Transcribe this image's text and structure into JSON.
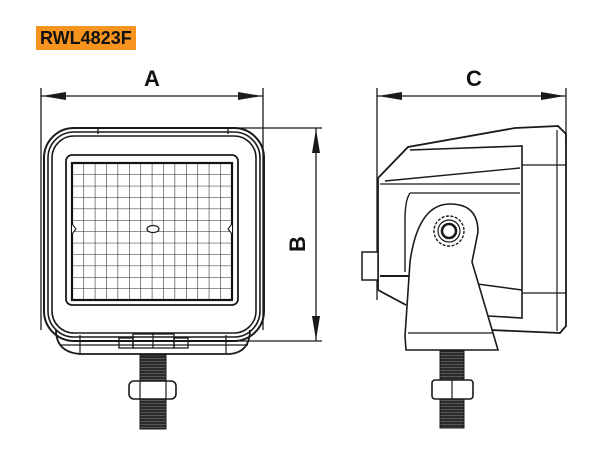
{
  "header": {
    "model_code": "RWL4823F",
    "tag_color": "#f7941d"
  },
  "dimensions": {
    "a_label": "A",
    "b_label": "B",
    "c_label": "C"
  },
  "views": [
    {
      "name": "front-view",
      "description": "Square work light front, gridded lens, mounting stud with nut"
    },
    {
      "name": "side-view",
      "description": "Side profile with bracket, adjustment knob, mounting stud with nut"
    }
  ],
  "colors": {
    "line": "#1a1a1a",
    "background": "#ffffff",
    "accent": "#f7941d"
  }
}
